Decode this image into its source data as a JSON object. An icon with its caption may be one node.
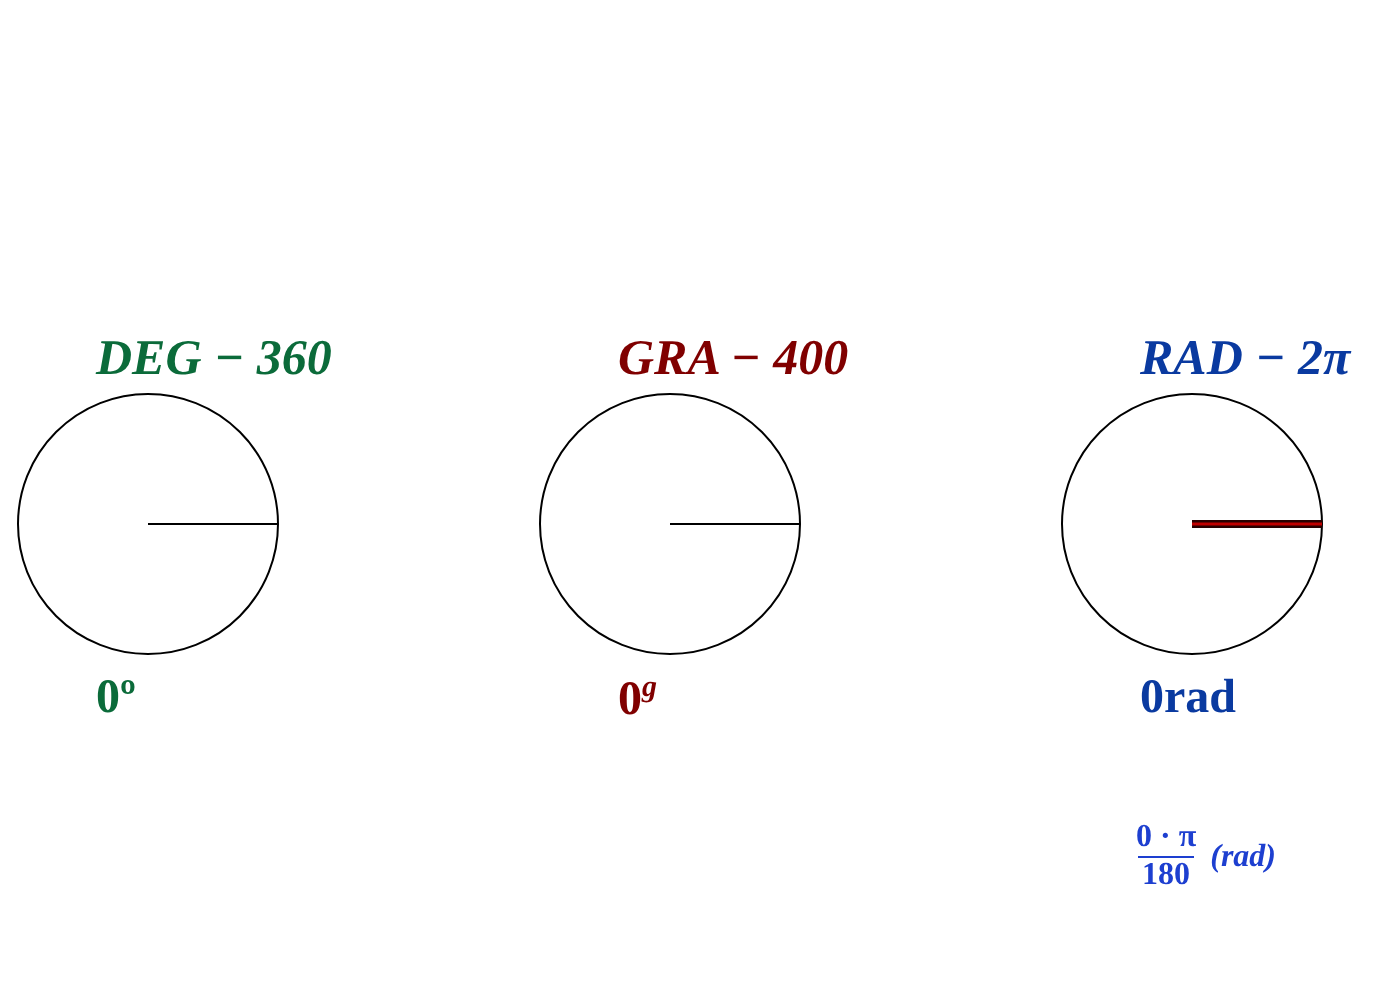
{
  "diagram": {
    "nodes": [
      {
        "text": [
          "DEG − 360"
        ],
        "beside": [
          "0º"
        ]
      },
      {
        "text": [
          "GRA − 400"
        ],
        "beside": [
          "0$^{g}$"
        ]
      },
      {
        "text": [
          "RAD − 2π"
        ],
        "beside": [
          "0rad"
        ]
      }
    ],
    "labels": [
      "0 · π",
      "180",
      "(rad)"
    ]
  }
}
